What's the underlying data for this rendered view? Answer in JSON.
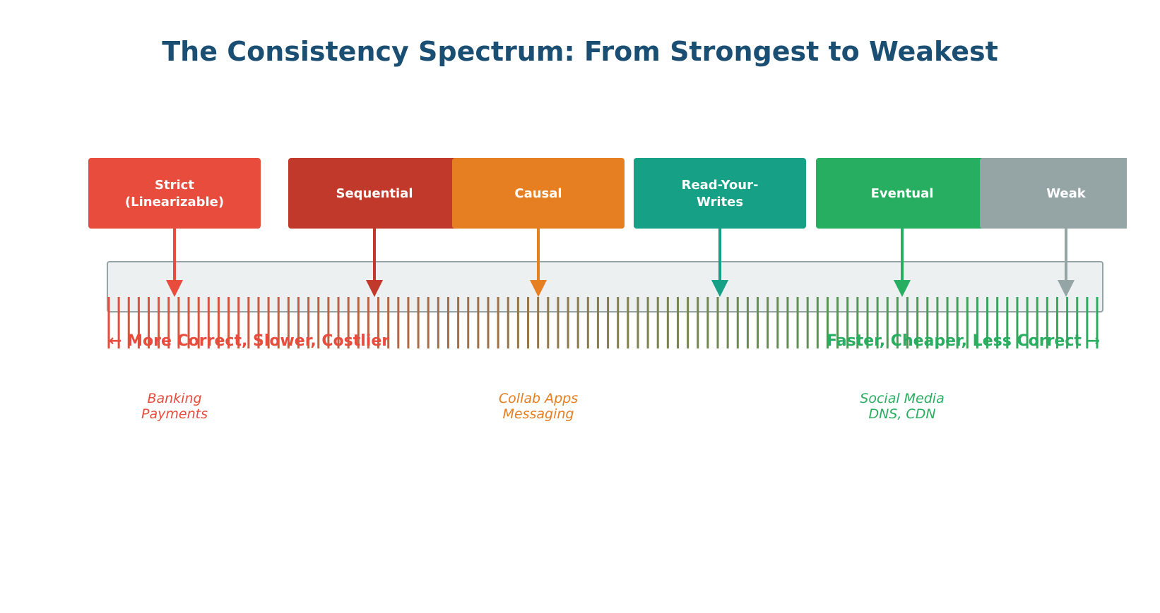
{
  "title": "The Consistency Spectrum: From Strongest to Weakest",
  "colors": {
    "title": "#1a4e72",
    "bar_fill": "#ecf0f1",
    "bar_stroke": "#95a5a6",
    "gradient_start": "#e74c3c",
    "gradient_end": "#27ae60"
  },
  "levels": [
    {
      "lines": [
        "Strict",
        "(Linearizable)"
      ],
      "color": "#e74c3c"
    },
    {
      "lines": [
        "Sequential"
      ],
      "color": "#c0392b"
    },
    {
      "lines": [
        "Causal"
      ],
      "color": "#e67e22"
    },
    {
      "lines": [
        "Read-Your-",
        "Writes"
      ],
      "color": "#16a085"
    },
    {
      "lines": [
        "Eventual"
      ],
      "color": "#27ae60"
    },
    {
      "lines": [
        "Weak"
      ],
      "color": "#95a5a6"
    }
  ],
  "axis": {
    "left_caption": "← More Correct, Slower, Costlier",
    "left_color": "#e74c3c",
    "right_caption": "Faster, Cheaper, Less Correct →",
    "right_color": "#27ae60"
  },
  "examples": [
    {
      "level_index": 0,
      "lines": [
        "Banking",
        "Payments"
      ],
      "color": "#e74c3c"
    },
    {
      "level_index": 2,
      "lines": [
        "Collab Apps",
        "Messaging"
      ],
      "color": "#e67e22"
    },
    {
      "level_index": 4,
      "lines": [
        "Social Media",
        "DNS, CDN"
      ],
      "color": "#27ae60"
    }
  ]
}
